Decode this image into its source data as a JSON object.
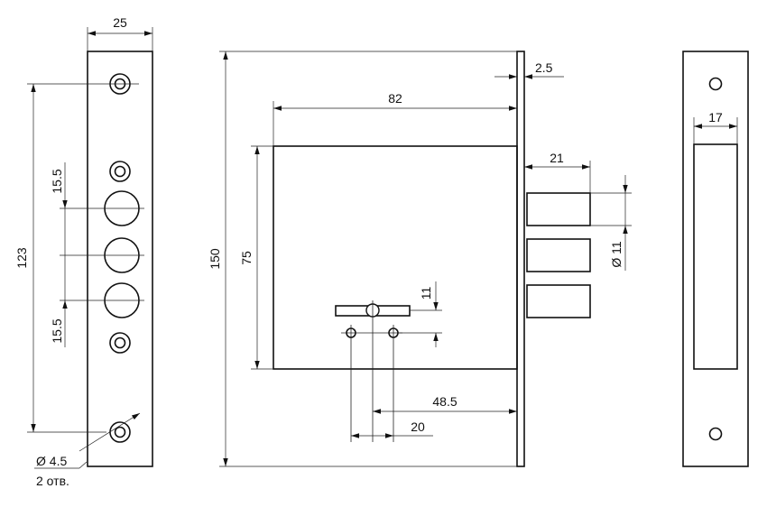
{
  "dimensions": {
    "faceplate_width": "25",
    "total_height_left": "123",
    "upper_spacing": "15.5",
    "lower_spacing": "15.5",
    "hole_diameter": "Ø 4.5",
    "hole_count": "2 отв.",
    "plate_height": "150",
    "body_height": "75",
    "body_depth": "82",
    "faceplate_thickness": "2.5",
    "bolt_projection": "21",
    "bolt_diameter": "Ø 11",
    "keyhole_offset": "11",
    "backset": "48.5",
    "pin_spacing": "20",
    "strike_opening_width": "17"
  }
}
